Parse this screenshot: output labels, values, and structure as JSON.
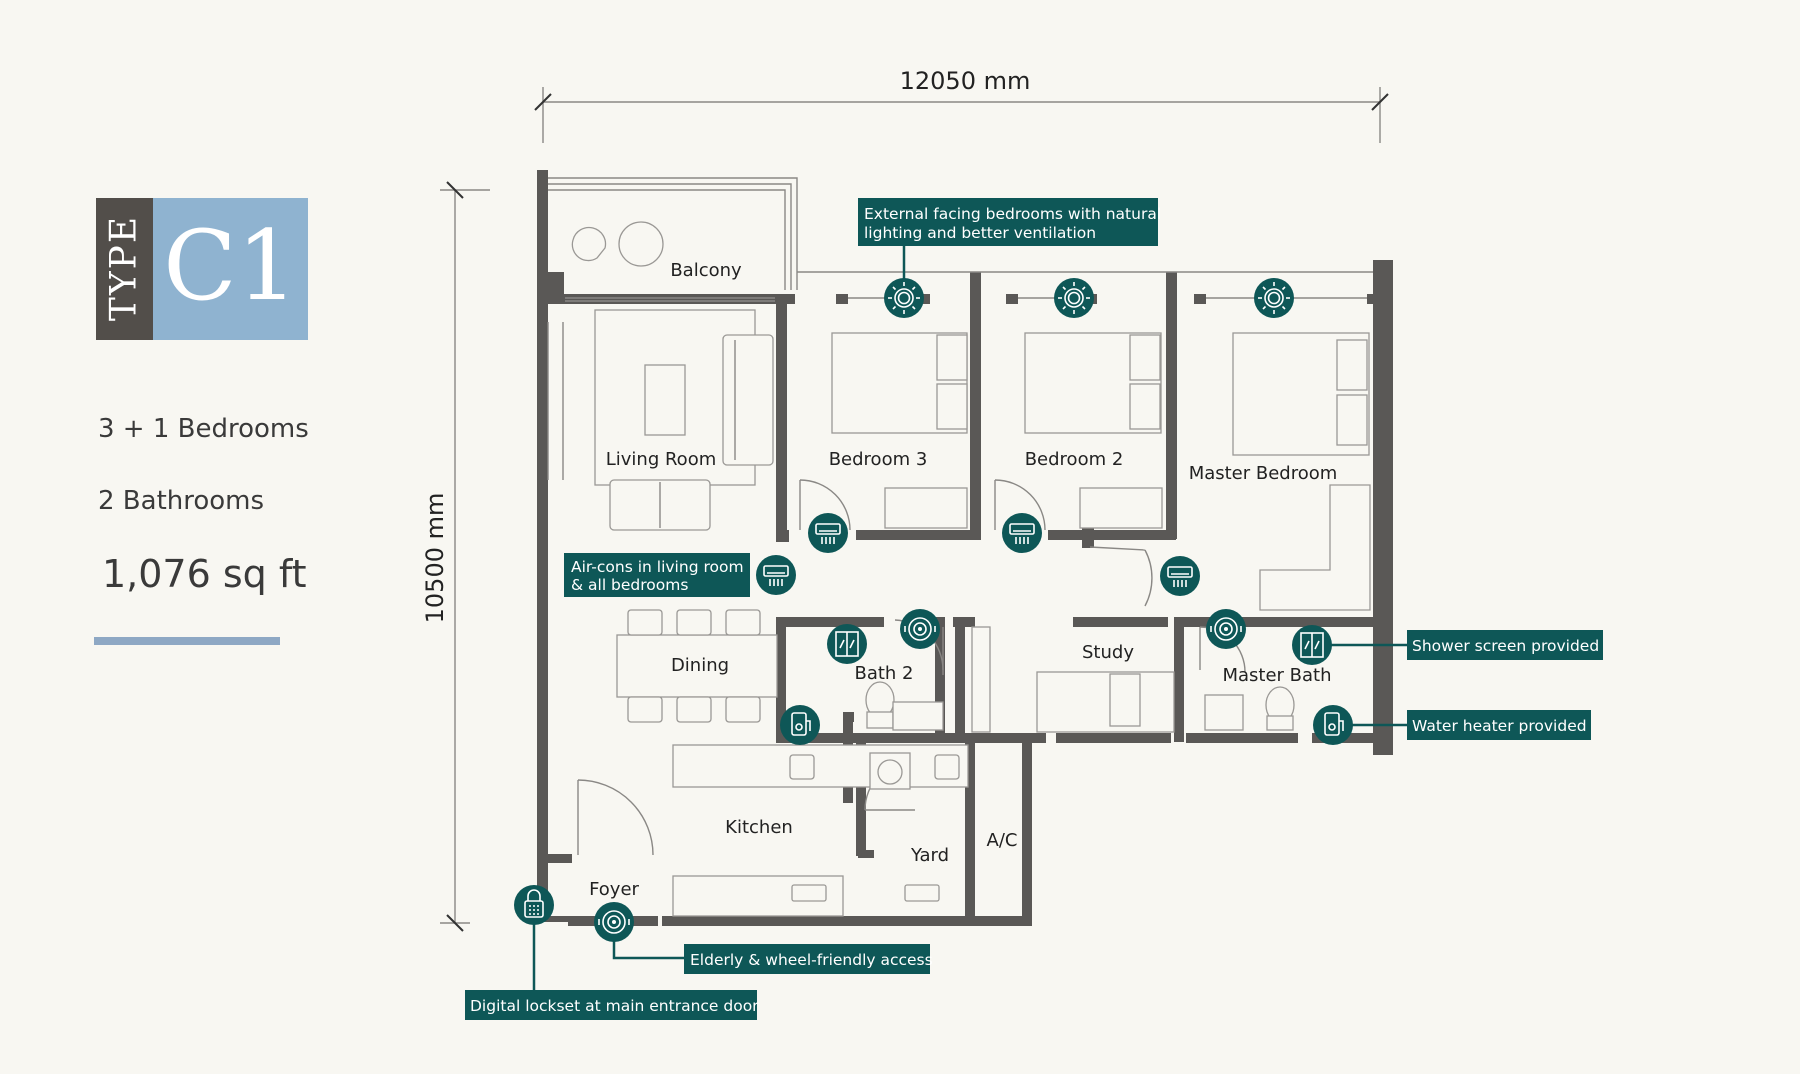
{
  "badge": {
    "type_word": "TYPE",
    "code": "C1",
    "dark_color": "#524e4a",
    "blue_color": "#8fb3d0"
  },
  "specs": {
    "bedrooms": "3 + 1 Bedrooms",
    "bathrooms": "2 Bathrooms",
    "area": "1,076 sq ft"
  },
  "dimensions": {
    "width": "12050 mm",
    "height": "10500 mm"
  },
  "rooms": {
    "balcony": "Balcony",
    "living": "Living Room",
    "bedroom3": "Bedroom 3",
    "bedroom2": "Bedroom 2",
    "master_bedroom": "Master Bedroom",
    "dining": "Dining",
    "bath2": "Bath 2",
    "study": "Study",
    "master_bath": "Master Bath",
    "kitchen": "Kitchen",
    "yard": "Yard",
    "ac": "A/C",
    "foyer": "Foyer"
  },
  "callouts": {
    "ventilation_line1": "External facing bedrooms with natural",
    "ventilation_line2": "lighting and better ventilation",
    "aircon_line1": "Air-cons in living room",
    "aircon_line2": "& all bedrooms",
    "shower": "Shower screen provided",
    "heater": "Water heater provided",
    "elderly": "Elderly & wheel-friendly access",
    "lockset": "Digital lockset at main entrance door"
  },
  "icons": {
    "sun": "sun-icon",
    "aircon": "aircon-icon",
    "shower": "shower-screen-icon",
    "heater": "water-heater-icon",
    "wheel": "wheel-access-icon",
    "lock": "digital-lock-icon"
  },
  "colors": {
    "teal": "#0e5757",
    "wall": "#5a5856",
    "background": "#f8f7f2"
  }
}
